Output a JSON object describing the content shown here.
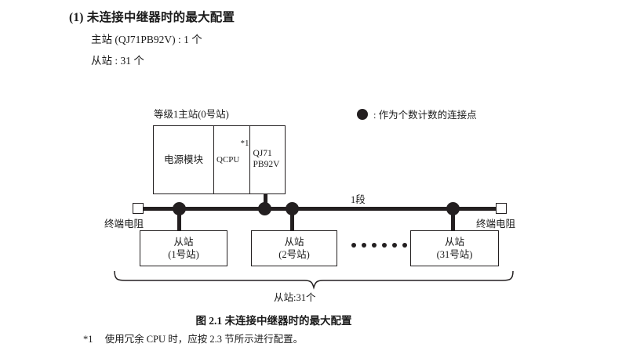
{
  "heading": {
    "number": "(1)",
    "title": "未连接中继器时的最大配置",
    "specs": [
      "主站 (QJ71PB92V) : 1 个",
      "从站 : 31 个"
    ]
  },
  "legend": {
    "symbol": "filled-circle",
    "text": ": 作为个数计数的连接点"
  },
  "diagram": {
    "rack": {
      "label": "等级1主站(0号站)",
      "cells": [
        {
          "name": "power-module",
          "text": "电源模块"
        },
        {
          "name": "cpu-module",
          "text": "QCPU",
          "footnote_mark": "*1"
        },
        {
          "name": "network-module",
          "text": "QJ71\nPB92V",
          "line1": "QJ71",
          "line2": "PB92V"
        }
      ]
    },
    "bus": {
      "segment_label": "1段",
      "terminator_left": "终端电阻",
      "terminator_right": "终端电阻"
    },
    "slaves": [
      {
        "title": "从站",
        "station": "(1号站)"
      },
      {
        "title": "从站",
        "station": "(2号站)"
      },
      {
        "title": "从站",
        "station": "(31号站)"
      }
    ],
    "ellipsis_dot_count": 6,
    "brace_label": "从站:31个"
  },
  "caption": "图 2.1  未连接中继器时的最大配置",
  "footnote": {
    "mark": "*1",
    "text": "使用冗余 CPU 时，应按 2.3 节所示进行配置。"
  },
  "colors": {
    "ink": "#231f20",
    "paper": "#ffffff"
  }
}
